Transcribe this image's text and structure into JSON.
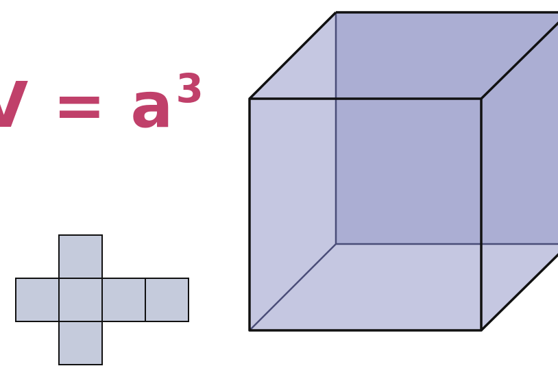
{
  "formula": {
    "variable": "V",
    "equals": "=",
    "base": "a",
    "exponent": "3"
  },
  "colors": {
    "formula": "#c0406a",
    "cube_fill": "#9599c9",
    "net_fill": "#c5cbdc",
    "stroke": "#111111"
  },
  "net": {
    "face_count": 6
  }
}
